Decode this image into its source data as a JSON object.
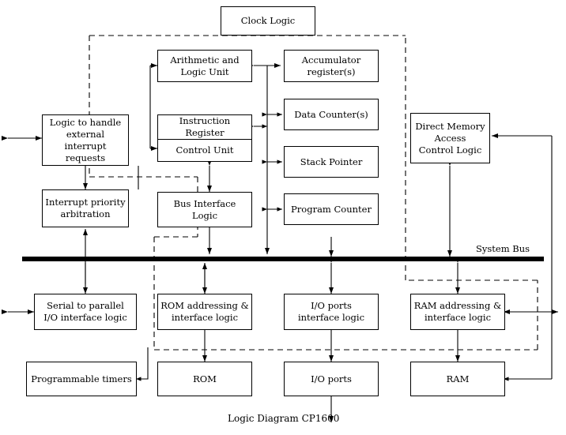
{
  "diagram": {
    "caption": "Logic Diagram CP1600",
    "bus_label": "System Bus",
    "colors": {
      "line": "#000000",
      "background": "#ffffff",
      "text": "#000000"
    }
  },
  "boxes": {
    "clock_logic": "Clock Logic",
    "alu": "Arithmetic and\nLogic Unit",
    "accumulator": "Accumulator\nregister(s)",
    "interrupt_logic": "Logic to handle\nexternal interrupt\nrequests",
    "instruction_register": "Instruction Register",
    "control_unit": "Control Unit",
    "data_counters": "Data Counter(s)",
    "dma": "Direct Memory\nAccess\nControl Logic",
    "stack_pointer": "Stack Pointer",
    "interrupt_priority": "Interrupt priority\narbitration",
    "bus_interface": "Bus Interface Logic",
    "program_counter": "Program Counter",
    "serial_parallel": "Serial to parallel\nI/O interface logic",
    "rom_addressing": "ROM addressing &\ninterface logic",
    "io_ports_interface": "I/O ports\ninterface logic",
    "ram_addressing": "RAM addressing &\ninterface logic",
    "programmable_timers": "Programmable timers",
    "rom": "ROM",
    "io_ports": "I/O ports",
    "ram": "RAM"
  }
}
